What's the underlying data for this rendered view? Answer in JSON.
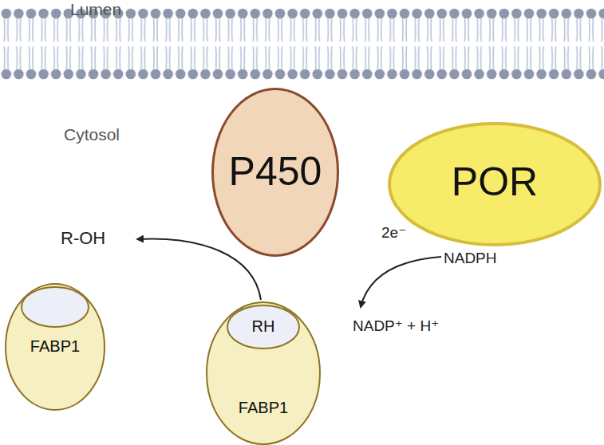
{
  "diagram": {
    "nodes": [
      {
        "text": [
          "P450"
        ]
      },
      {
        "text": [
          "POR"
        ]
      },
      {
        "text": [
          "FABP1"
        ]
      },
      {
        "text": [
          "FABP1"
        ]
      },
      {
        "text": [
          "RH"
        ],
        "in": 3
      }
    ],
    "labels": [
      "Lumen",
      "Cytosol",
      "R-OH",
      "2e⁻",
      "NADPH",
      "NADP⁺ + H⁺"
    ]
  }
}
